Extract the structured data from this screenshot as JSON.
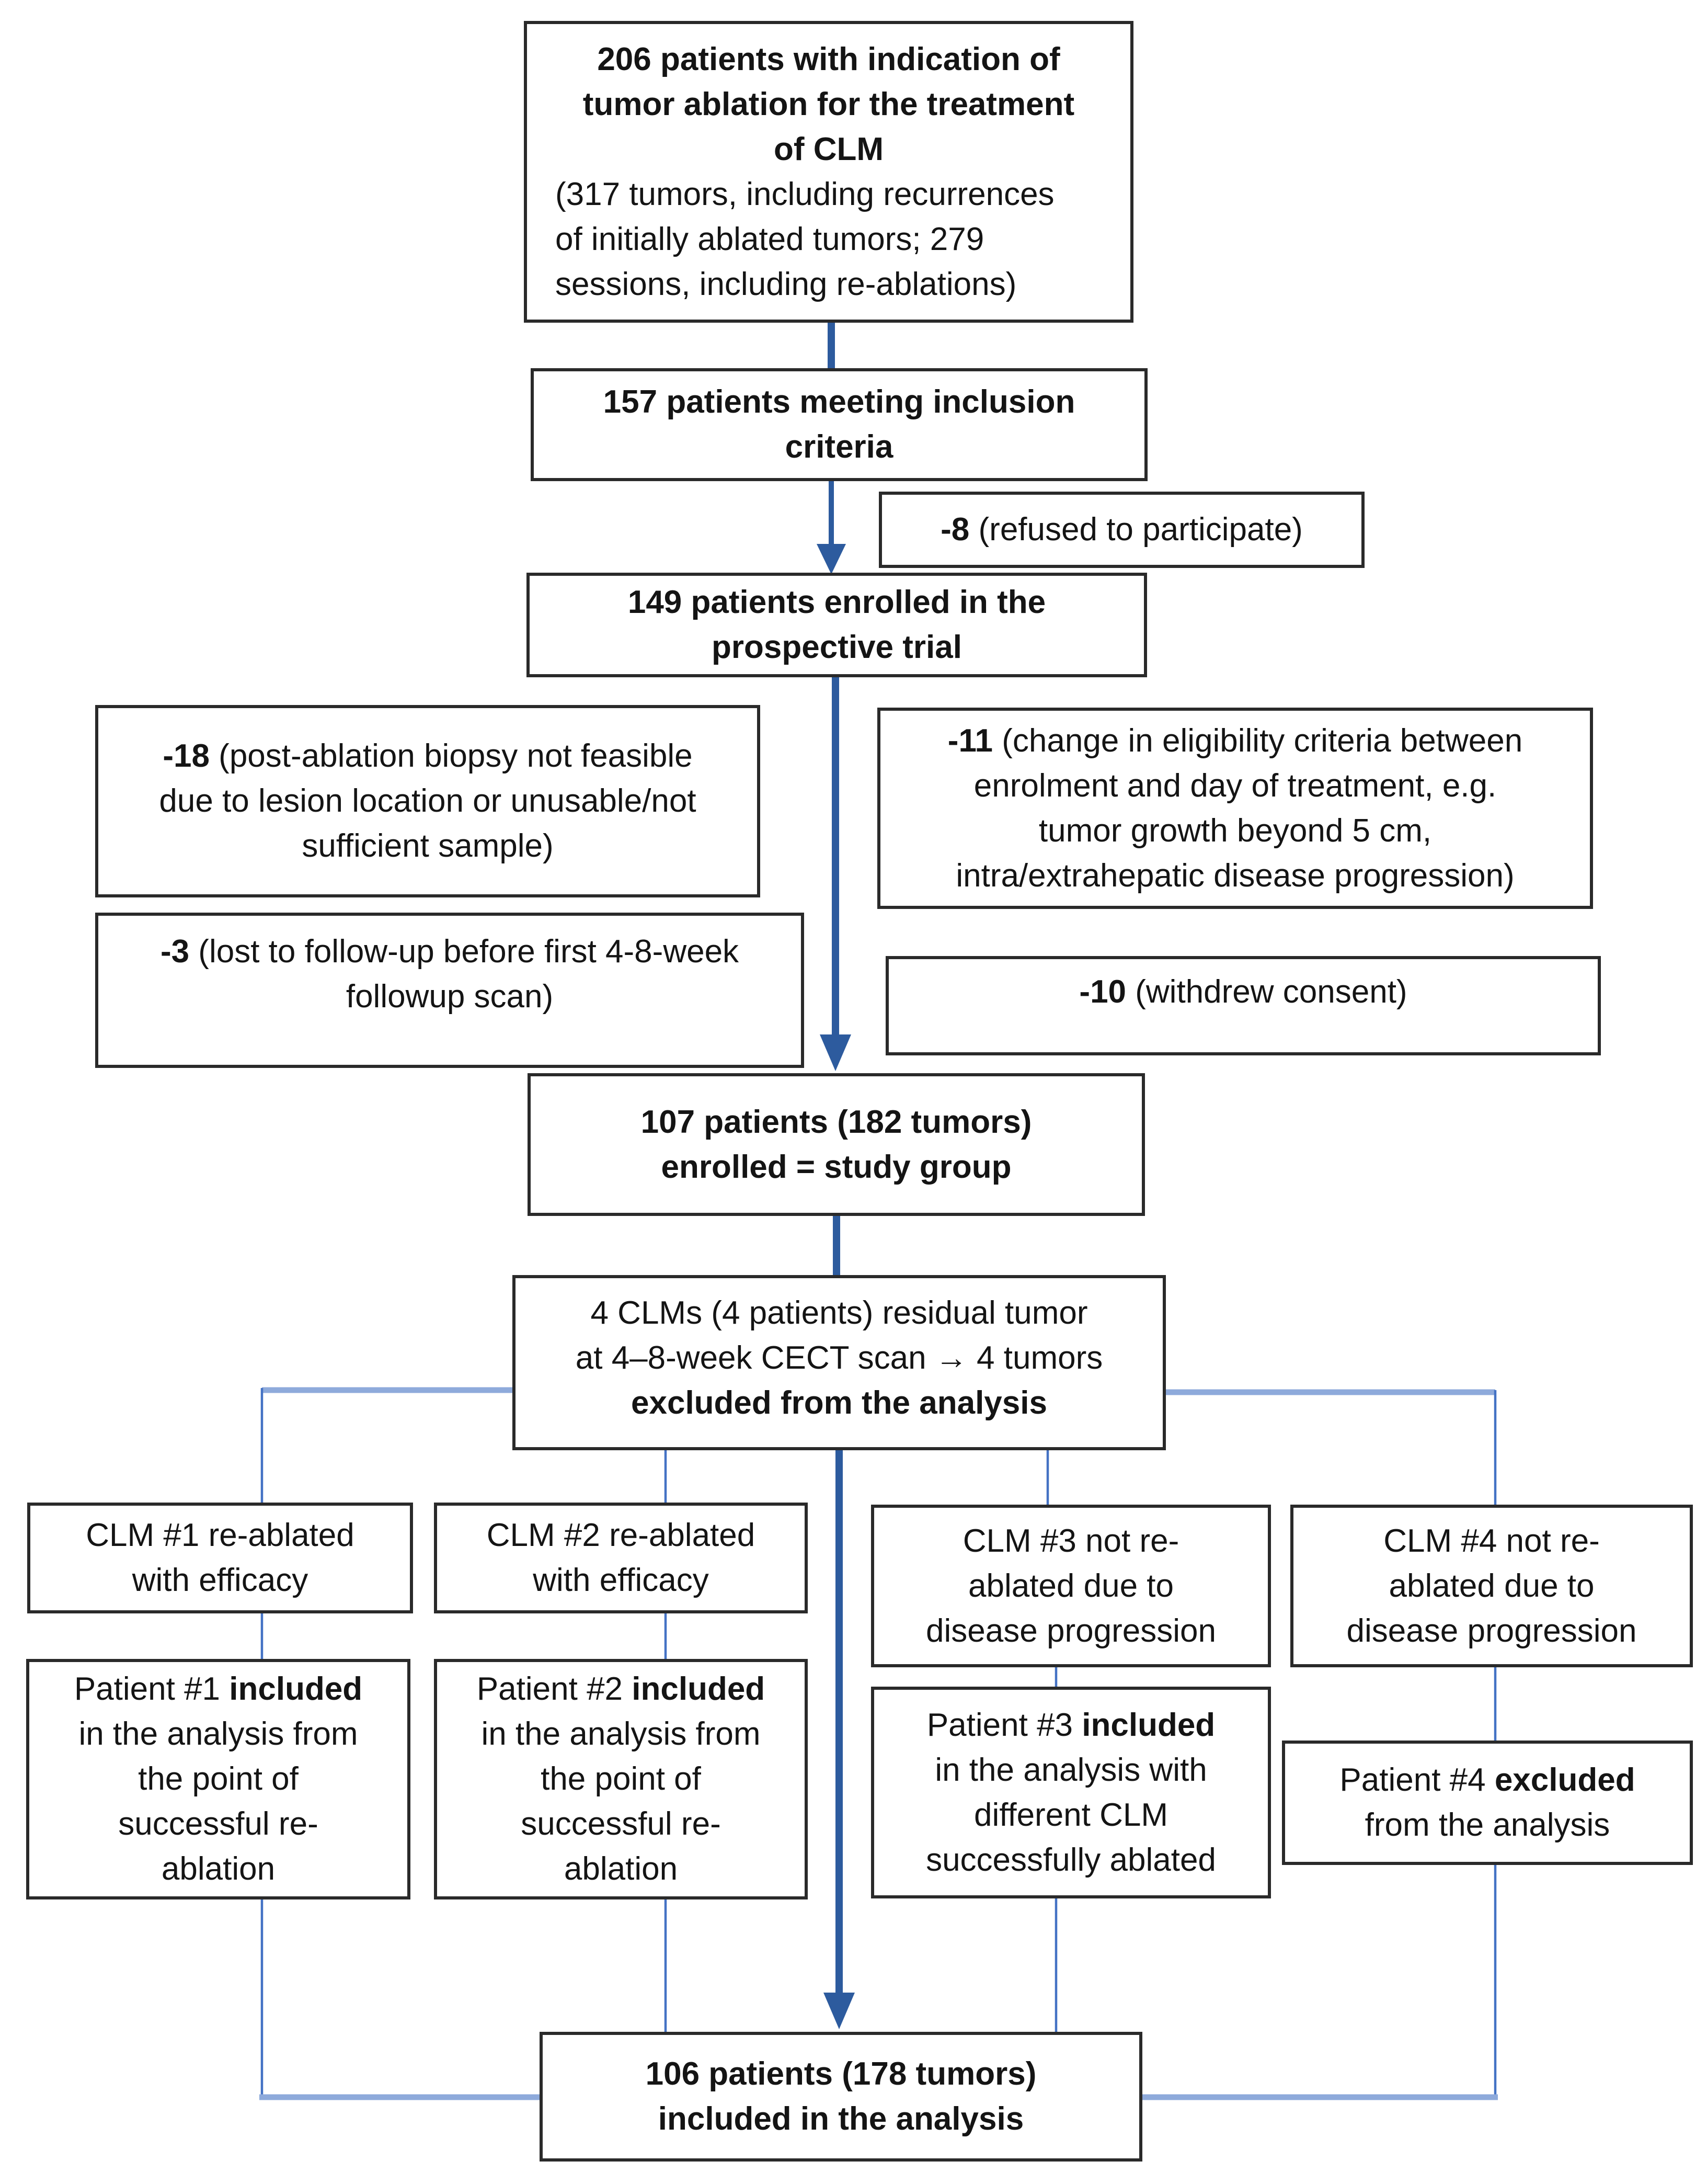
{
  "flowchart": {
    "title": "Patient enrollment flow diagram",
    "colors": {
      "line_dark": "#2d5b9e",
      "line_medium": "#4472c4",
      "line_light": "#8eaadb",
      "box_border": "#2a2a2a",
      "text": "#141414",
      "background": "#ffffff"
    },
    "nodes": {
      "n206": {
        "headline": "206 patients with indication of\ntumor ablation for the treatment\nof CLM",
        "detail": "(317 tumors, including recurrences\nof initially ablated tumors; 279\nsessions, including re-ablations)"
      },
      "n157": {
        "text": "157 patients meeting inclusion\ncriteria"
      },
      "excl8": {
        "num": "-8",
        "text": " (refused to participate)"
      },
      "n149": {
        "text": "149 patients enrolled in the\nprospective trial"
      },
      "excl18": {
        "num": "-18",
        "text": " (post-ablation biopsy not feasible\ndue to lesion location or unusable/not\nsufficient sample)"
      },
      "excl11": {
        "num": "-11",
        "text": " (change in eligibility criteria between\nenrolment and day of treatment, e.g.\ntumor growth beyond 5 cm,\nintra/extrahepatic disease progression)"
      },
      "excl3": {
        "num": "-3",
        "text": " (lost to follow-up before first 4-8-week\nfollowup scan)"
      },
      "excl10": {
        "num": "-10",
        "text": " (withdrew consent)"
      },
      "n107": {
        "text": "107 patients (182 tumors)\nenrolled = study group"
      },
      "n4clm": {
        "pre": "4 CLMs (4 patients) residual tumor\nat 4–8-week CECT scan → 4 tumors\n",
        "bold": "excluded from the analysis"
      },
      "clm1": {
        "text": "CLM #1 re-ablated\nwith efficacy"
      },
      "clm2": {
        "text": "CLM #2 re-ablated\nwith efficacy"
      },
      "clm3": {
        "text": "CLM #3 not re-\nablated due to\ndisease progression"
      },
      "clm4": {
        "text": "CLM #4 not re-\nablated due to\ndisease progression"
      },
      "pat1": {
        "pre": "Patient #1 ",
        "bold": "included",
        "post": "\nin the analysis from\nthe point of\nsuccessful re-\nablation"
      },
      "pat2": {
        "pre": "Patient #2 ",
        "bold": "included",
        "post": "\nin the analysis from\nthe point of\nsuccessful re-\nablation"
      },
      "pat3": {
        "pre": "Patient #3 ",
        "bold": "included",
        "post": "\nin the analysis with\ndifferent CLM\nsuccessfully ablated"
      },
      "pat4": {
        "pre": "Patient #4 ",
        "bold": "excluded",
        "post": "\nfrom the analysis"
      },
      "n106": {
        "text": "106 patients (178 tumors)\nincluded in the analysis"
      }
    }
  }
}
